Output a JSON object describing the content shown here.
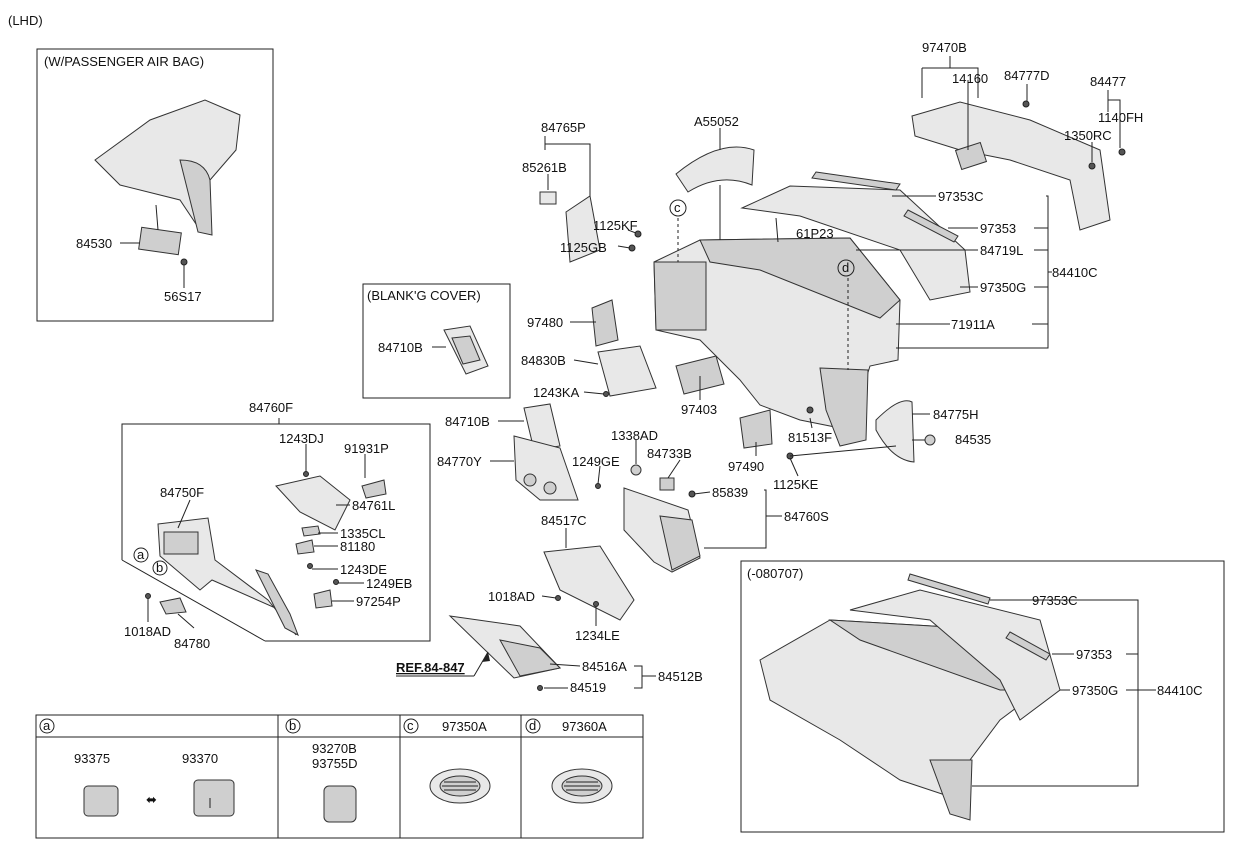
{
  "title": "(LHD)",
  "inset_airbag": {
    "header": "(W/PASSENGER AIR BAG)",
    "labels": [
      "84530",
      "56S17"
    ]
  },
  "inset_blanking": {
    "header": "(BLANK'G COVER)",
    "labels": [
      "84710B"
    ]
  },
  "inset_080707": {
    "header": "(-080707)",
    "labels": [
      "97353C",
      "97353",
      "97350G",
      "84410C"
    ]
  },
  "lower_panel_group": {
    "labels": [
      "84760F",
      "1243DJ",
      "91931P",
      "84750F",
      "84761L",
      "1335CL",
      "81180",
      "1243DE",
      "1249EB",
      "97254P",
      "1018AD",
      "84780"
    ],
    "callouts": [
      "a",
      "b"
    ]
  },
  "main_labels": {
    "l_97470B": "97470B",
    "l_14160": "14160",
    "l_84777D": "84777D",
    "l_84477": "84477",
    "l_1140FH": "1140FH",
    "l_1350RC": "1350RC",
    "l_84765P": "84765P",
    "l_A55052": "A55052",
    "l_85261B": "85261B",
    "l_1125KF": "1125KF",
    "l_97353C": "97353C",
    "l_97353": "97353",
    "l_61P23": "61P23",
    "l_84719L": "84719L",
    "l_1125GB": "1125GB",
    "l_97350G": "97350G",
    "l_84410C": "84410C",
    "l_97480": "97480",
    "l_71911A": "71911A",
    "l_84830B": "84830B",
    "l_1243KA": "1243KA",
    "l_97403": "97403",
    "l_84775H": "84775H",
    "l_84535": "84535",
    "l_84710B": "84710B",
    "l_1338AD": "1338AD",
    "l_81513F": "81513F",
    "l_84733B": "84733B",
    "l_97490": "97490",
    "l_84770Y": "84770Y",
    "l_1249GE": "1249GE",
    "l_1125KE": "1125KE",
    "l_85839": "85839",
    "l_84517C": "84517C",
    "l_84760S": "84760S",
    "l_1018AD": "1018AD",
    "l_1234LE": "1234LE",
    "l_ref": "REF.84-847",
    "l_84516A": "84516A",
    "l_84519": "84519",
    "l_84512B": "84512B"
  },
  "callouts": {
    "c": "c",
    "d": "d"
  },
  "legend": {
    "cells": [
      {
        "key": "a",
        "parts": [
          "93375",
          "93370"
        ]
      },
      {
        "key": "b",
        "parts": [
          "93270B",
          "93755D"
        ]
      },
      {
        "key": "c",
        "parts": [
          "97350A"
        ]
      },
      {
        "key": "d",
        "parts": [
          "97360A"
        ]
      }
    ],
    "arrow_glyph": "⬌"
  }
}
